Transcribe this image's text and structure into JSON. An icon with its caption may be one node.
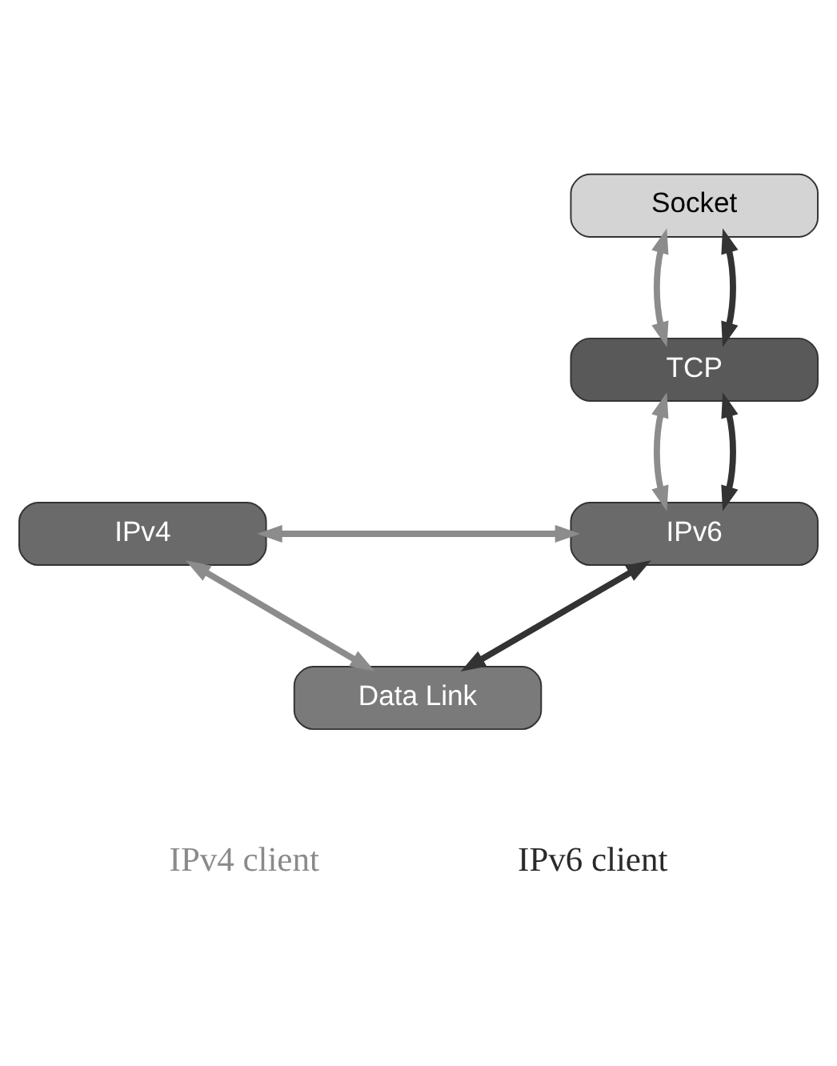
{
  "diagram": {
    "nodes": [
      {
        "text": [
          "Socket"
        ]
      },
      {
        "text": [
          "TCP"
        ]
      },
      {
        "text": [
          "IPv4"
        ]
      },
      {
        "text": [
          "IPv6"
        ]
      },
      {
        "text": [
          "Data Link"
        ]
      }
    ],
    "edges": [
      {
        "from": 0,
        "to": 1,
        "arrow": "both"
      },
      {
        "from": 0,
        "to": 1,
        "arrow": "both",
        "color": "#333333"
      },
      {
        "from": 1,
        "to": 3,
        "arrow": "both"
      },
      {
        "from": 1,
        "to": 3,
        "arrow": "both",
        "color": "#333333"
      },
      {
        "from": 2,
        "to": 3,
        "arrow": "both"
      },
      {
        "from": 2,
        "to": 4,
        "arrow": "both"
      },
      {
        "from": 3,
        "to": 4,
        "arrow": "both",
        "color": "#333333"
      }
    ],
    "labels": [
      "IPv4 client",
      "IPv6 client"
    ]
  }
}
